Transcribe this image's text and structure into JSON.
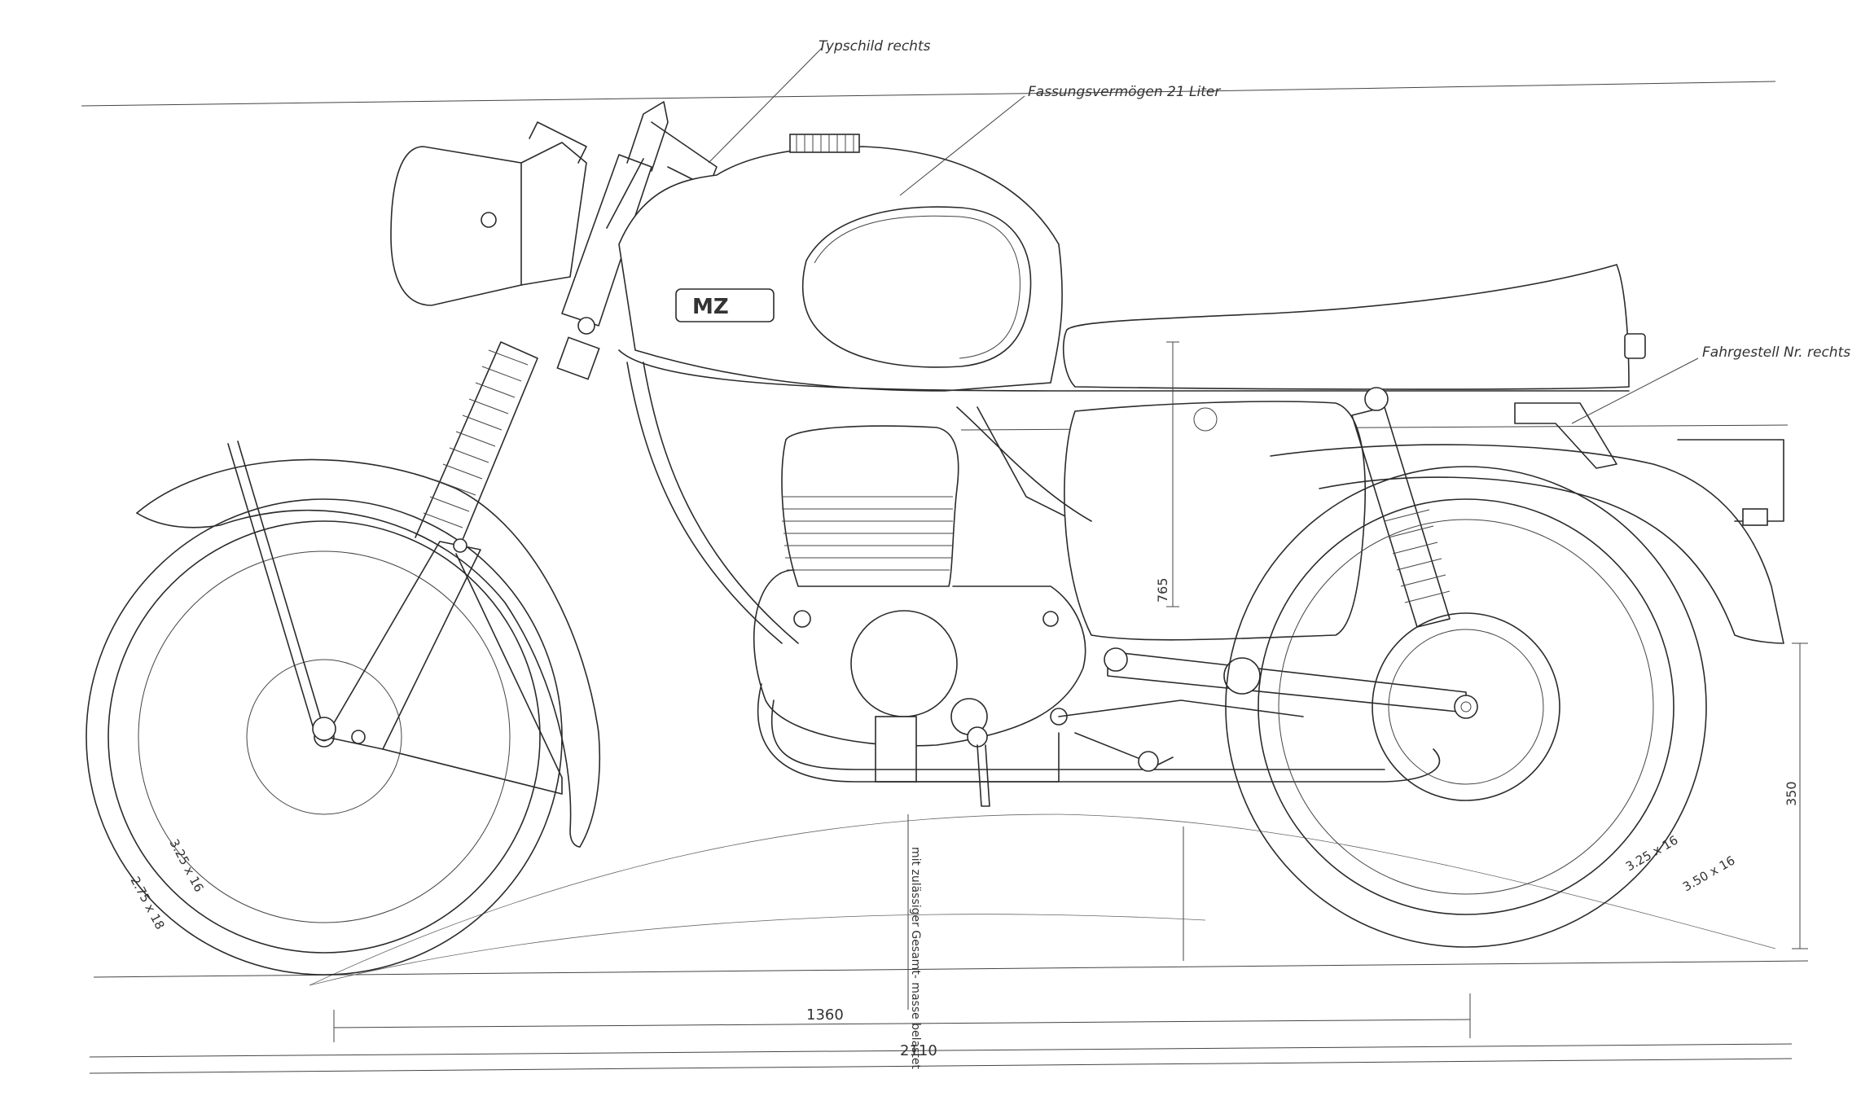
{
  "labels": {
    "type_plate": "Typschild rechts",
    "tank_capacity": "Fassungsvermögen 21 Liter",
    "frame_number": "Fahrgestell Nr. rechts",
    "tank_badge": "MZ"
  },
  "dimensions": {
    "seat_height": "765",
    "ground_clearance": "350",
    "wheelbase": "1360",
    "overall_length": "2110",
    "note": "mit zulässiger Gesamt-\nmasse belastet"
  },
  "tires": {
    "front_a": "2.75 x 18",
    "front_b": "3.25 x 16",
    "rear_a": "3.25 x 16",
    "rear_b": "3.50 x 16"
  }
}
